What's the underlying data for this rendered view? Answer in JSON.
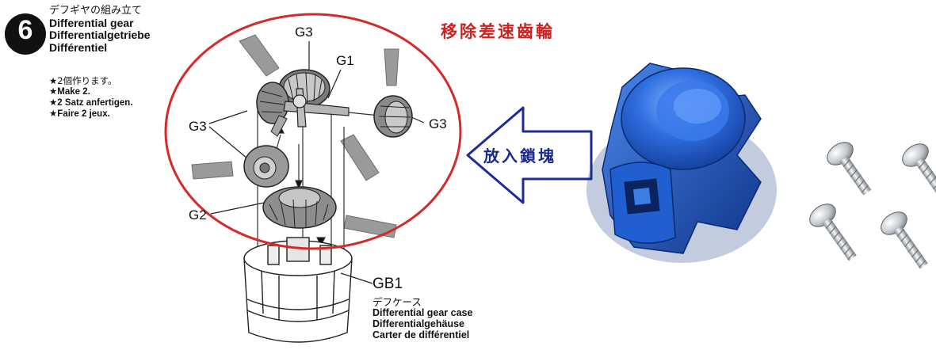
{
  "step": {
    "number": "6",
    "title_jp": "デフギヤの組み立て",
    "title_en": "Differential gear",
    "title_de": "Differentialgetriebe",
    "title_fr": "Différentiel"
  },
  "instructions": [
    "★2個作ります。",
    "★Make 2.",
    "★2 Satz anfertigen.",
    "★Faire 2 jeux."
  ],
  "part_labels": {
    "g3_top": "G3",
    "g1": "G1",
    "g3_right": "G3",
    "g3_left": "G3",
    "g2": "G2"
  },
  "gear_case": {
    "code": "GB1",
    "name_jp": "デフケース",
    "name_en": "Differential gear case",
    "name_de": "Differentialgehäuse",
    "name_fr": "Carter de différentiel"
  },
  "annotations": {
    "remove_text": "移除差速齒輪",
    "insert_text": "放入鎖塊"
  },
  "colors": {
    "circle": "#d42a2a",
    "arrow_outline": "#1e2a9c",
    "remove_text": "#d21f1f",
    "insert_text": "#1a2a8a",
    "metal_blue": "#1f5fd0"
  }
}
